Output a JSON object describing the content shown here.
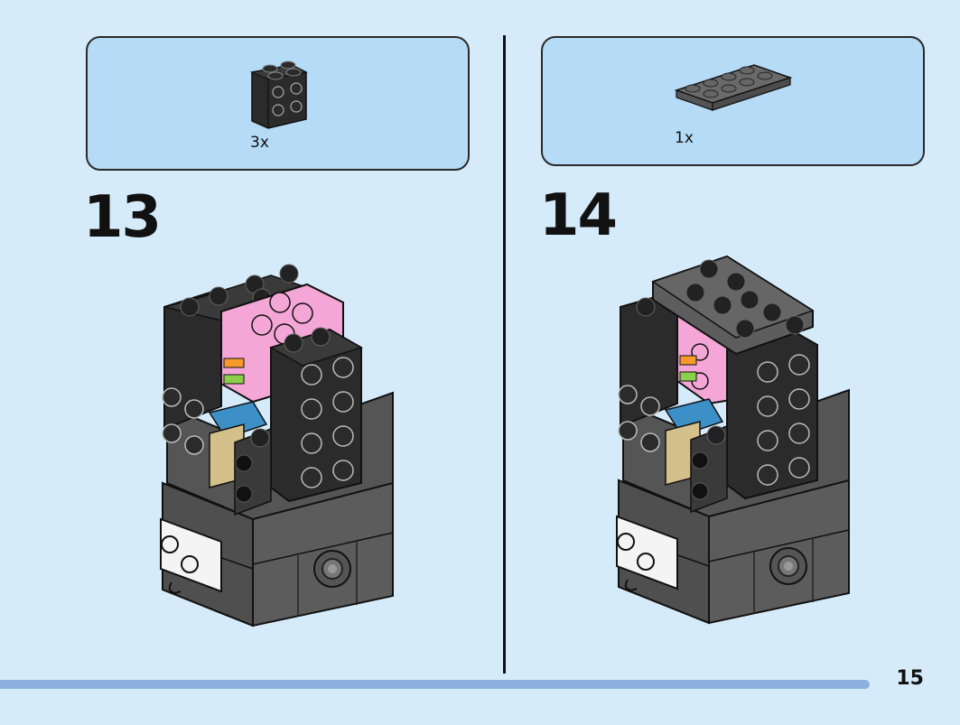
{
  "steps": [
    {
      "number": "13",
      "parts": [
        {
          "quantity": "3x",
          "icon": "black-brick-2x2-side-studs-icon"
        }
      ]
    },
    {
      "number": "14",
      "parts": [
        {
          "quantity": "1x",
          "icon": "dark-grey-plate-2x4-icon"
        }
      ]
    }
  ],
  "page_number": "15",
  "colors": {
    "background": "#d6ebfa",
    "parts_panel": "#b5dbf6",
    "progress_bar": "#8db0df",
    "black_brick": "#2b2b2b",
    "dark_grey": "#5d5d5d",
    "pink": "#f4a6d7"
  }
}
